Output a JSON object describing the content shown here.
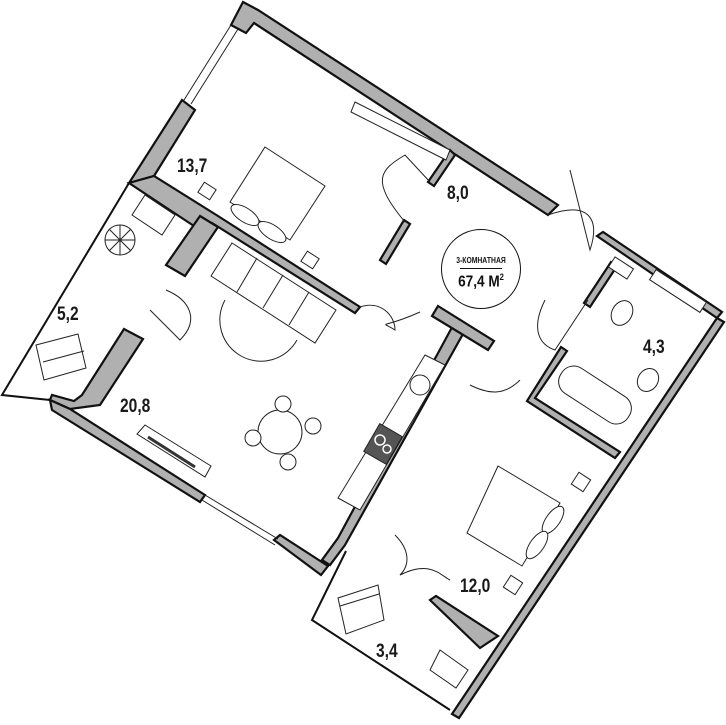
{
  "plan": {
    "type": "3-room apartment floor plan",
    "summary": {
      "rooms_label": "3-КОМНАТНАЯ",
      "total_area": "67,4",
      "unit": "М",
      "unit_power": "2"
    },
    "rooms": [
      {
        "id": "bedroom-1",
        "area": "13,7"
      },
      {
        "id": "hallway",
        "area": "8,0"
      },
      {
        "id": "balcony-1",
        "area": "5,2"
      },
      {
        "id": "living-kitchen",
        "area": "20,8"
      },
      {
        "id": "bathroom",
        "area": "4,3"
      },
      {
        "id": "bedroom-2",
        "area": "12,0"
      },
      {
        "id": "balcony-2",
        "area": "3,4"
      }
    ],
    "colors": {
      "wall_fill": "#b0b0b0",
      "wall_stroke": "#111111",
      "background": "#ffffff",
      "cooktop": "#555555"
    }
  }
}
